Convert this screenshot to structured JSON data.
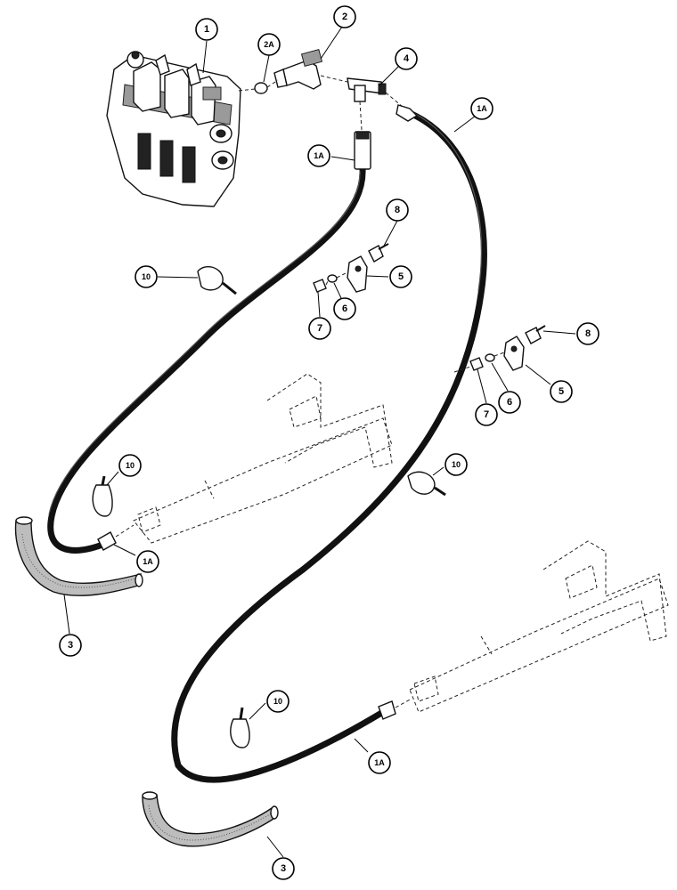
{
  "callouts": [
    {
      "id": "c-1",
      "label": "1"
    },
    {
      "id": "c-2",
      "label": "2"
    },
    {
      "id": "c-2a",
      "label": "2A"
    },
    {
      "id": "c-4",
      "label": "4"
    },
    {
      "id": "c-1a-top-left",
      "label": "1A"
    },
    {
      "id": "c-1a-top-right",
      "label": "1A"
    },
    {
      "id": "c-8-upper",
      "label": "8"
    },
    {
      "id": "c-5-upper",
      "label": "5"
    },
    {
      "id": "c-10-upper",
      "label": "10"
    },
    {
      "id": "c-7-upper",
      "label": "7"
    },
    {
      "id": "c-6-upper",
      "label": "6"
    },
    {
      "id": "c-8-lower",
      "label": "8"
    },
    {
      "id": "c-5-lower",
      "label": "5"
    },
    {
      "id": "c-7-lower",
      "label": "7"
    },
    {
      "id": "c-6-lower",
      "label": "6"
    },
    {
      "id": "c-10-middle-left",
      "label": "10"
    },
    {
      "id": "c-10-middle-right",
      "label": "10"
    },
    {
      "id": "c-1a-middle",
      "label": "1A"
    },
    {
      "id": "c-3-upper",
      "label": "3"
    },
    {
      "id": "c-10-lower",
      "label": "10"
    },
    {
      "id": "c-1a-lower",
      "label": "1A"
    },
    {
      "id": "c-3-lower",
      "label": "3"
    }
  ]
}
